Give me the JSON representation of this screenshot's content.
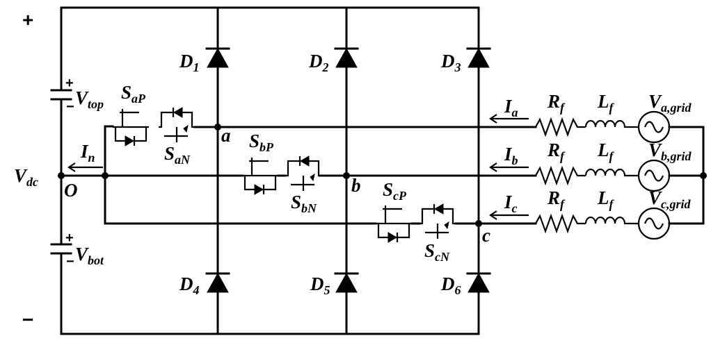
{
  "dc_bus": {
    "plus": "+",
    "minus": "−",
    "vdc": {
      "main": "V",
      "sub": "dc"
    },
    "neutral": "O",
    "vtop": {
      "main": "V",
      "sub": "top"
    },
    "vbot": {
      "main": "V",
      "sub": "bot"
    },
    "cap_plus": "+",
    "cap_minus": "−",
    "in": {
      "main": "I",
      "sub": "n"
    }
  },
  "diodes": [
    {
      "main": "D",
      "sub": "1"
    },
    {
      "main": "D",
      "sub": "2"
    },
    {
      "main": "D",
      "sub": "3"
    },
    {
      "main": "D",
      "sub": "4"
    },
    {
      "main": "D",
      "sub": "5"
    },
    {
      "main": "D",
      "sub": "6"
    }
  ],
  "switches": {
    "saP": {
      "main": "S",
      "sub": "aP"
    },
    "saN": {
      "main": "S",
      "sub": "aN"
    },
    "sbP": {
      "main": "S",
      "sub": "bP"
    },
    "sbN": {
      "main": "S",
      "sub": "bN"
    },
    "scP": {
      "main": "S",
      "sub": "cP"
    },
    "scN": {
      "main": "S",
      "sub": "cN"
    }
  },
  "nodes": {
    "a": "a",
    "b": "b",
    "c": "c"
  },
  "phases": [
    {
      "current": {
        "main": "I",
        "sub": "a"
      },
      "rf": {
        "main": "R",
        "sub": "f"
      },
      "lf": {
        "main": "L",
        "sub": "f"
      },
      "grid": {
        "main": "V",
        "sub": "a,grid"
      }
    },
    {
      "current": {
        "main": "I",
        "sub": "b"
      },
      "rf": {
        "main": "R",
        "sub": "f"
      },
      "lf": {
        "main": "L",
        "sub": "f"
      },
      "grid": {
        "main": "V",
        "sub": "b,grid"
      }
    },
    {
      "current": {
        "main": "I",
        "sub": "c"
      },
      "rf": {
        "main": "R",
        "sub": "f"
      },
      "lf": {
        "main": "L",
        "sub": "f"
      },
      "grid": {
        "main": "V",
        "sub": "c,grid"
      }
    }
  ]
}
